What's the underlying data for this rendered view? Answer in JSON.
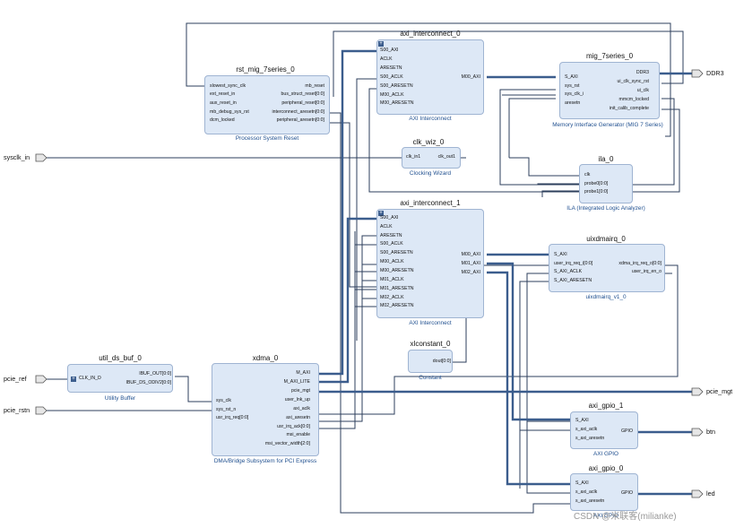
{
  "blocks": {
    "rst": {
      "name": "rst_mig_7series_0",
      "subtitle": "Processor System Reset",
      "left": [
        "slowest_sync_clk",
        "ext_reset_in",
        "aux_reset_in",
        "mb_debug_sys_rst",
        "dcm_locked"
      ],
      "right": [
        "mb_reset",
        "bus_struct_reset[0:0]",
        "peripheral_reset[0:0]",
        "interconnect_aresetn[0:0]",
        "peripheral_aresetn[0:0]"
      ]
    },
    "ic0": {
      "name": "axi_interconnect_0",
      "subtitle": "AXI Interconnect",
      "left": [
        "S00_AXI",
        "ACLK",
        "ARESETN",
        "S00_ACLK",
        "S00_ARESETN",
        "M00_ACLK",
        "M00_ARESETN"
      ],
      "right": [
        "M00_AXI"
      ]
    },
    "mig": {
      "name": "mig_7series_0",
      "subtitle": "Memory Interface Generator (MIG 7 Series)",
      "left": [
        "S_AXI",
        "sys_rst",
        "sys_clk_i",
        "aresetn"
      ],
      "right": [
        "DDR3",
        "ui_clk_sync_rst",
        "ui_clk",
        "mmcm_locked",
        "init_calib_complete"
      ]
    },
    "clk": {
      "name": "clk_wiz_0",
      "subtitle": "Clocking Wizard",
      "left": [
        "clk_in1"
      ],
      "right": [
        "clk_out1"
      ]
    },
    "ila": {
      "name": "ila_0",
      "subtitle": "ILA (Integrated Logic Analyzer)",
      "left": [
        "clk",
        "probe0[0:0]",
        "probe1[0:0]"
      ],
      "right": []
    },
    "ic1": {
      "name": "axi_interconnect_1",
      "subtitle": "AXI Interconnect",
      "left": [
        "S00_AXI",
        "ACLK",
        "ARESETN",
        "S00_ACLK",
        "S00_ARESETN",
        "M00_ACLK",
        "M00_ARESETN",
        "M01_ACLK",
        "M01_ARESETN",
        "M02_ACLK",
        "M02_ARESETN"
      ],
      "right": [
        "M00_AXI",
        "M01_AXI",
        "M02_AXI"
      ]
    },
    "uix": {
      "name": "uixdmairq_0",
      "subtitle": "uixdmairq_v1_0",
      "left": [
        "S_AXI",
        "user_irq_req_i[0:0]",
        "S_AXI_ACLK",
        "S_AXI_ARESETN"
      ],
      "right": [
        "xdma_irq_req_o[0:0]",
        "user_irq_en_o"
      ]
    },
    "xlc": {
      "name": "xlconstant_0",
      "subtitle": "Constant",
      "left": [],
      "right": [
        "dout[0:0]"
      ]
    },
    "ubuf": {
      "name": "util_ds_buf_0",
      "subtitle": "Utility Buffer",
      "left": [
        "CLK_IN_D"
      ],
      "right": [
        "IBUF_OUT[0:0]",
        "IBUF_DS_ODIV2[0:0]"
      ]
    },
    "xdma": {
      "name": "xdma_0",
      "subtitle": "DMA/Bridge Subsystem for PCI Express",
      "left": [
        "sys_clk",
        "sys_rst_n",
        "usr_irq_req[0:0]"
      ],
      "right": [
        "M_AXI",
        "M_AXI_LITE",
        "pcie_mgt",
        "user_lnk_up",
        "axi_aclk",
        "axi_aresetn",
        "usr_irq_ack[0:0]",
        "msi_enable",
        "msi_vector_width[2:0]"
      ]
    },
    "gpio1": {
      "name": "axi_gpio_1",
      "subtitle": "AXI GPIO",
      "left": [
        "S_AXI",
        "s_axi_aclk",
        "s_axi_aresetn"
      ],
      "right": [
        "GPIO"
      ]
    },
    "gpio0": {
      "name": "axi_gpio_0",
      "subtitle": "AXI GPIO",
      "left": [
        "S_AXI",
        "s_axi_aclk",
        "s_axi_aresetn"
      ],
      "right": [
        "GPIO"
      ]
    }
  },
  "ports": {
    "sysclk": "sysclk_in",
    "pcie_ref": "pcie_ref",
    "pcie_rstn": "pcie_rstn",
    "ddr3": "DDR3",
    "pcie_mgt": "pcie_mgt",
    "btn": "btn",
    "led": "led"
  },
  "watermark": "CSDN @米联客(milianke)",
  "colors": {
    "block_fill": "#dde8f6",
    "block_border": "#9fb4d2",
    "wire": "#2d3f5c",
    "bus": "#3b5d8d",
    "title_blue": "#1f4f8f"
  }
}
